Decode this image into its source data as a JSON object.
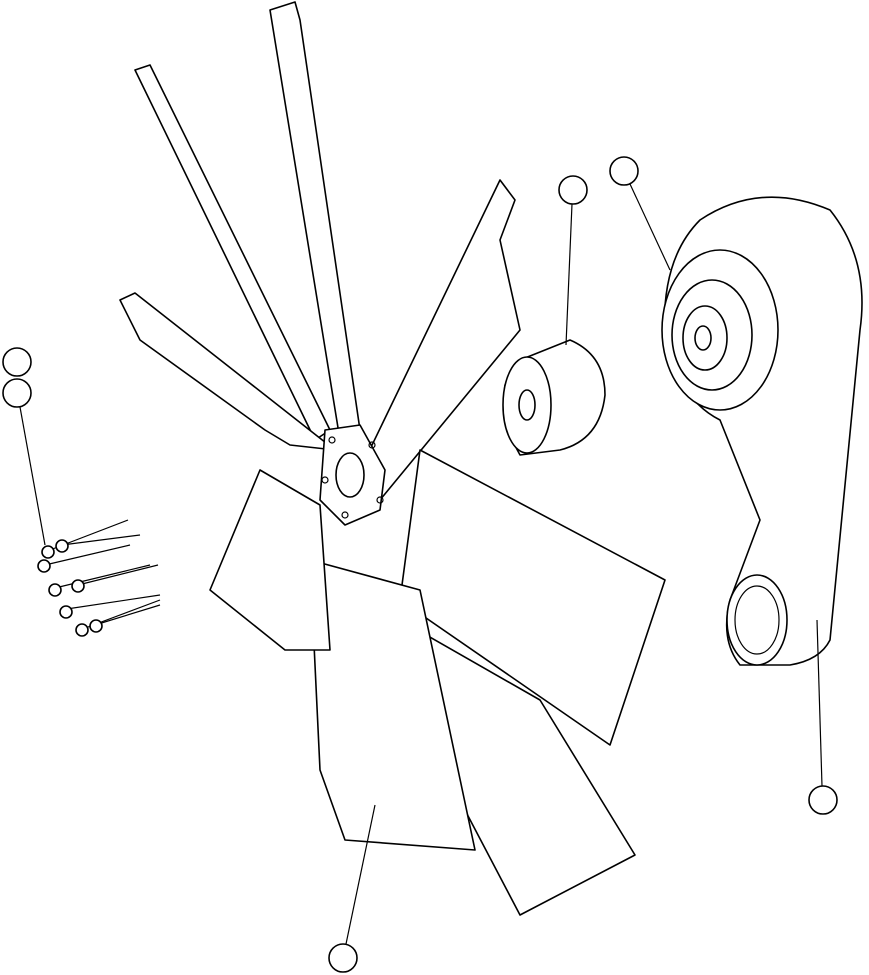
{
  "diagram": {
    "kind": "exploded parts view",
    "line_color": "#000000",
    "background": "#ffffff",
    "parts": [
      {
        "id": "bolts",
        "callouts": 2
      },
      {
        "id": "spacer",
        "callouts": 1
      },
      {
        "id": "fan-drive-bracket",
        "callouts": 2
      },
      {
        "id": "fan",
        "callouts": 1
      }
    ]
  }
}
